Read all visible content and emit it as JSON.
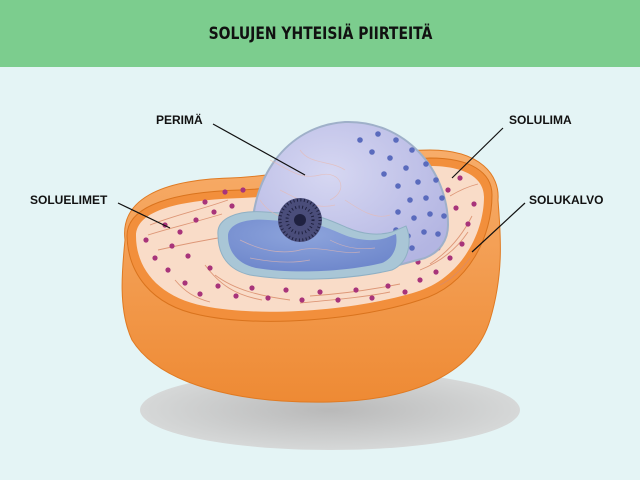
{
  "header": {
    "title": "SOLUJEN YHTEISIÄ PIIRTEITÄ"
  },
  "labels": {
    "genome": "PERIMÄ",
    "cytoplasm": "SOLULIMA",
    "organelles": "SOLUELIMET",
    "membrane": "SOLUKALVO"
  },
  "colors": {
    "header_bg": "#7ccd8e",
    "background": "#e4f4f5",
    "membrane": "#f2a35a",
    "cytoplasm": "#f9dcc8",
    "nucleus": "#c7c9ec",
    "nucleus_inner": "#7f96d4",
    "organelle_dots": "#a8347a"
  }
}
